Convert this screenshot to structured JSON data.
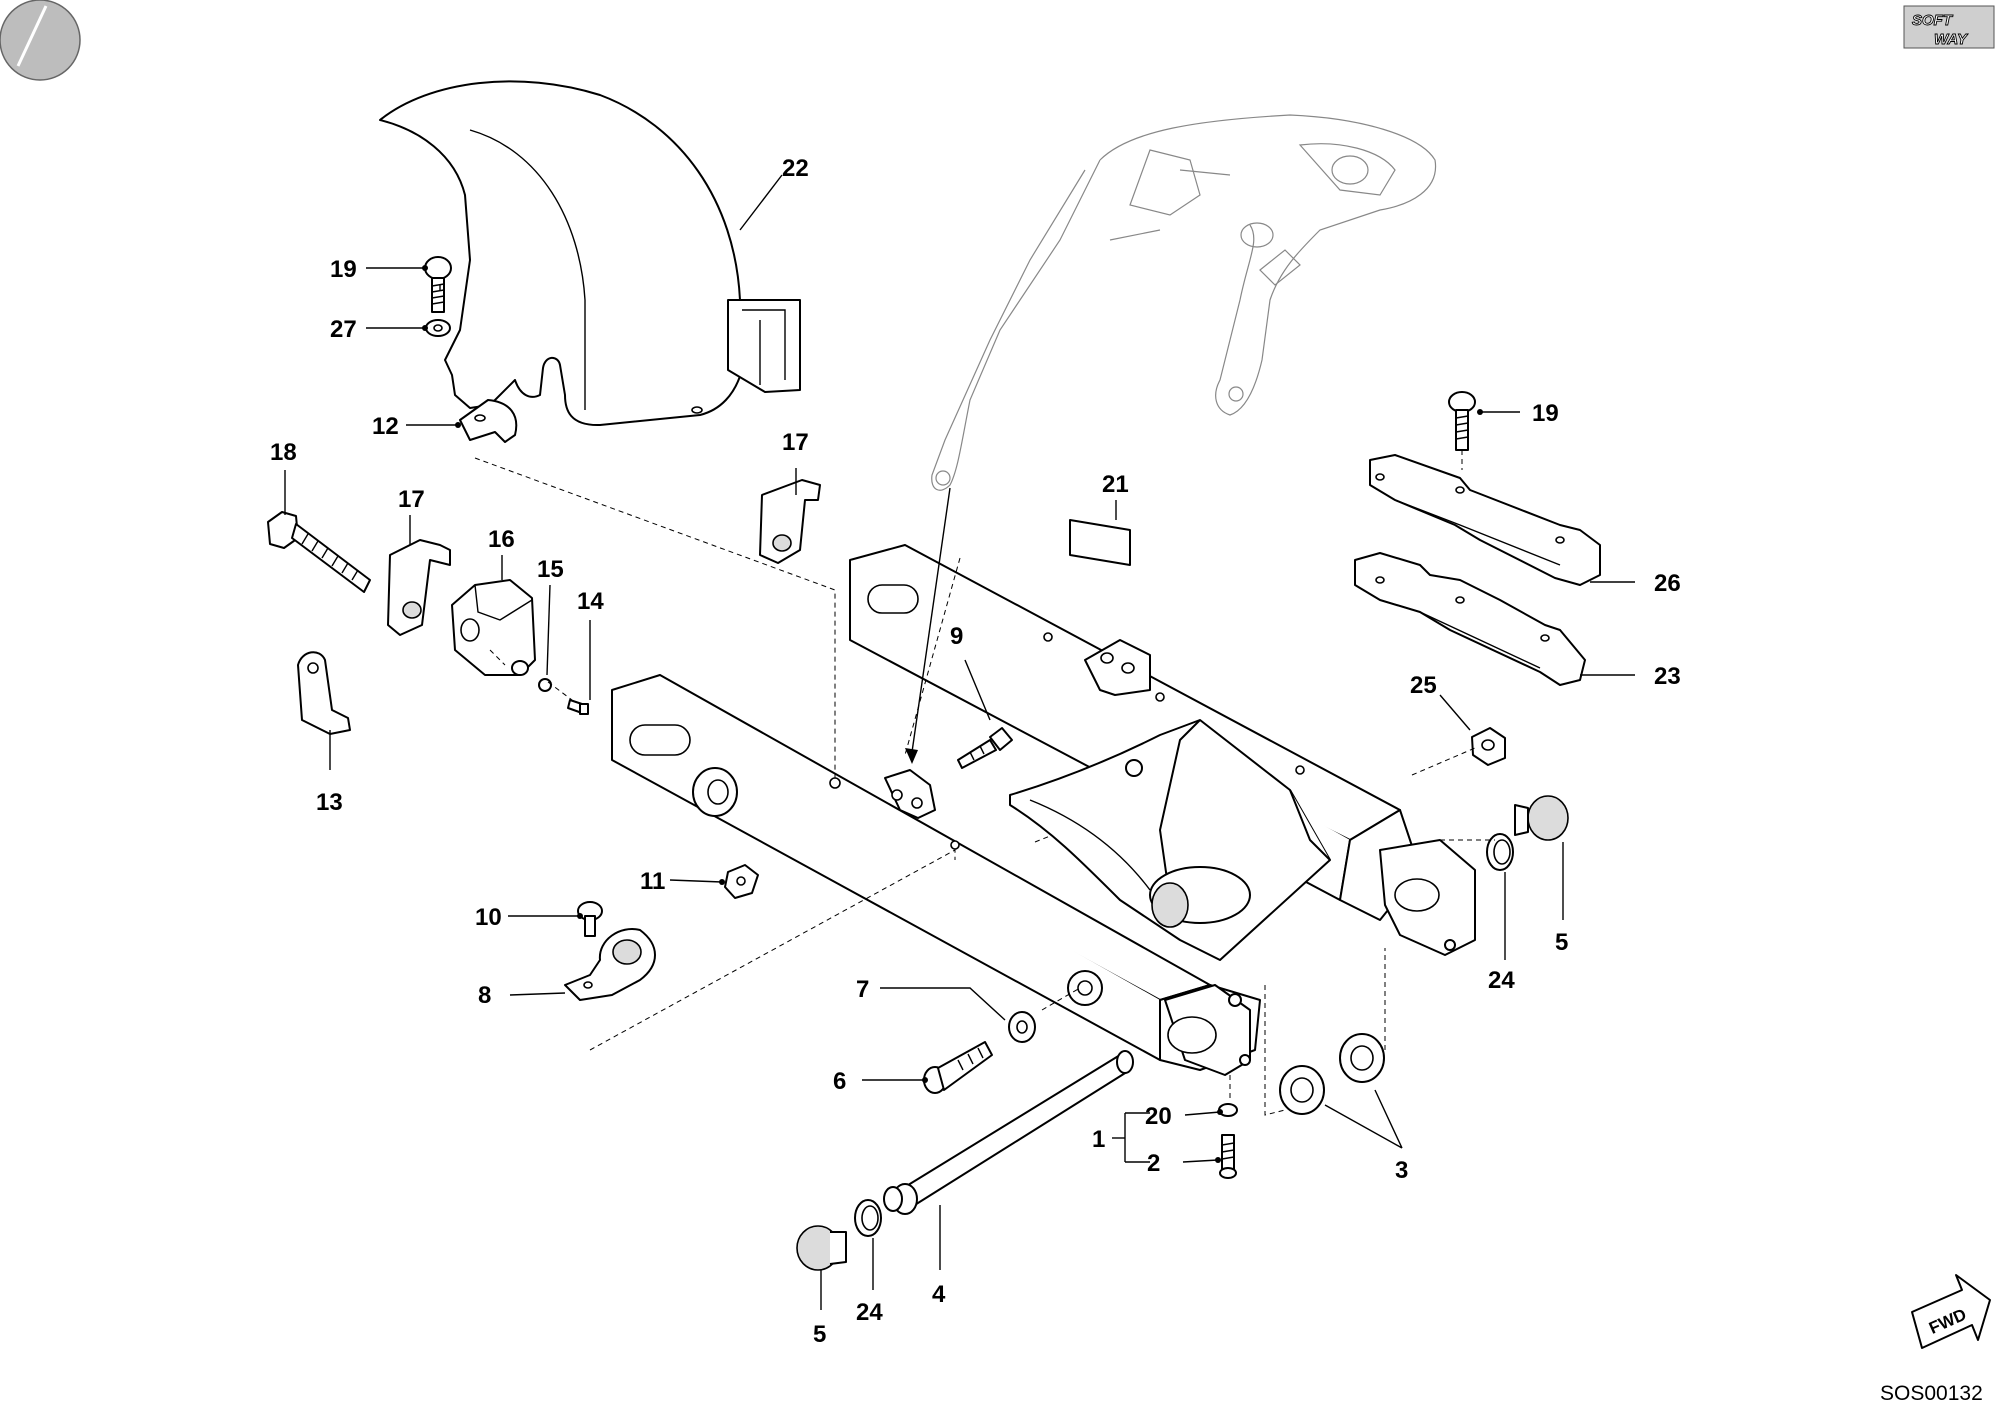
{
  "brand": {
    "line1": "SOFT",
    "line2": "WAY"
  },
  "drawing_code": "SOS00132",
  "fwd_label": "FWD",
  "callouts": [
    {
      "id": "c22",
      "label": "22"
    },
    {
      "id": "c19a",
      "label": "19"
    },
    {
      "id": "c27",
      "label": "27"
    },
    {
      "id": "c12",
      "label": "12"
    },
    {
      "id": "c18",
      "label": "18"
    },
    {
      "id": "c17a",
      "label": "17"
    },
    {
      "id": "c17b",
      "label": "17"
    },
    {
      "id": "c16",
      "label": "16"
    },
    {
      "id": "c15",
      "label": "15"
    },
    {
      "id": "c14",
      "label": "14"
    },
    {
      "id": "c13",
      "label": "13"
    },
    {
      "id": "c21",
      "label": "21"
    },
    {
      "id": "c19b",
      "label": "19"
    },
    {
      "id": "c26",
      "label": "26"
    },
    {
      "id": "c23",
      "label": "23"
    },
    {
      "id": "c25",
      "label": "25"
    },
    {
      "id": "c9",
      "label": "9"
    },
    {
      "id": "c11",
      "label": "11"
    },
    {
      "id": "c10",
      "label": "10"
    },
    {
      "id": "c8",
      "label": "8"
    },
    {
      "id": "c7",
      "label": "7"
    },
    {
      "id": "c6",
      "label": "6"
    },
    {
      "id": "c20",
      "label": "20"
    },
    {
      "id": "c1",
      "label": "1"
    },
    {
      "id": "c2",
      "label": "2"
    },
    {
      "id": "c3",
      "label": "3"
    },
    {
      "id": "c24a",
      "label": "24"
    },
    {
      "id": "c5a",
      "label": "5"
    },
    {
      "id": "c4",
      "label": "4"
    },
    {
      "id": "c24b",
      "label": "24"
    },
    {
      "id": "c5b",
      "label": "5"
    }
  ]
}
